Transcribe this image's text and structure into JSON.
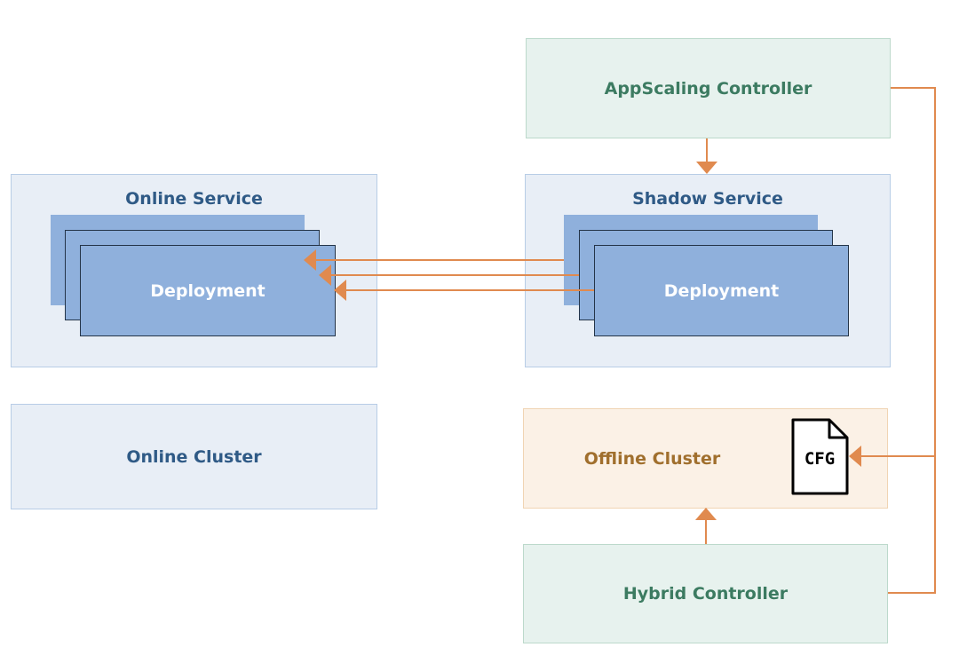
{
  "online_service": {
    "title": "Online Service",
    "deployment_label": "Deployment"
  },
  "shadow_service": {
    "title": "Shadow Service",
    "deployment_label": "Deployment"
  },
  "online_cluster": {
    "label": "Online Cluster"
  },
  "offline_cluster": {
    "label": "Offline Cluster"
  },
  "appscaling_controller": {
    "label": "AppScaling Controller"
  },
  "hybrid_controller": {
    "label": "Hybrid Controller"
  },
  "config_file": {
    "label": "CFG",
    "icon": "file-icon"
  },
  "colors": {
    "arrow": "#e08a4f",
    "service_fill": "#e8eef6",
    "controller_fill": "#e7f2ee",
    "offline_fill": "#fbf1e6",
    "deployment_fill": "#8fb0dc"
  }
}
